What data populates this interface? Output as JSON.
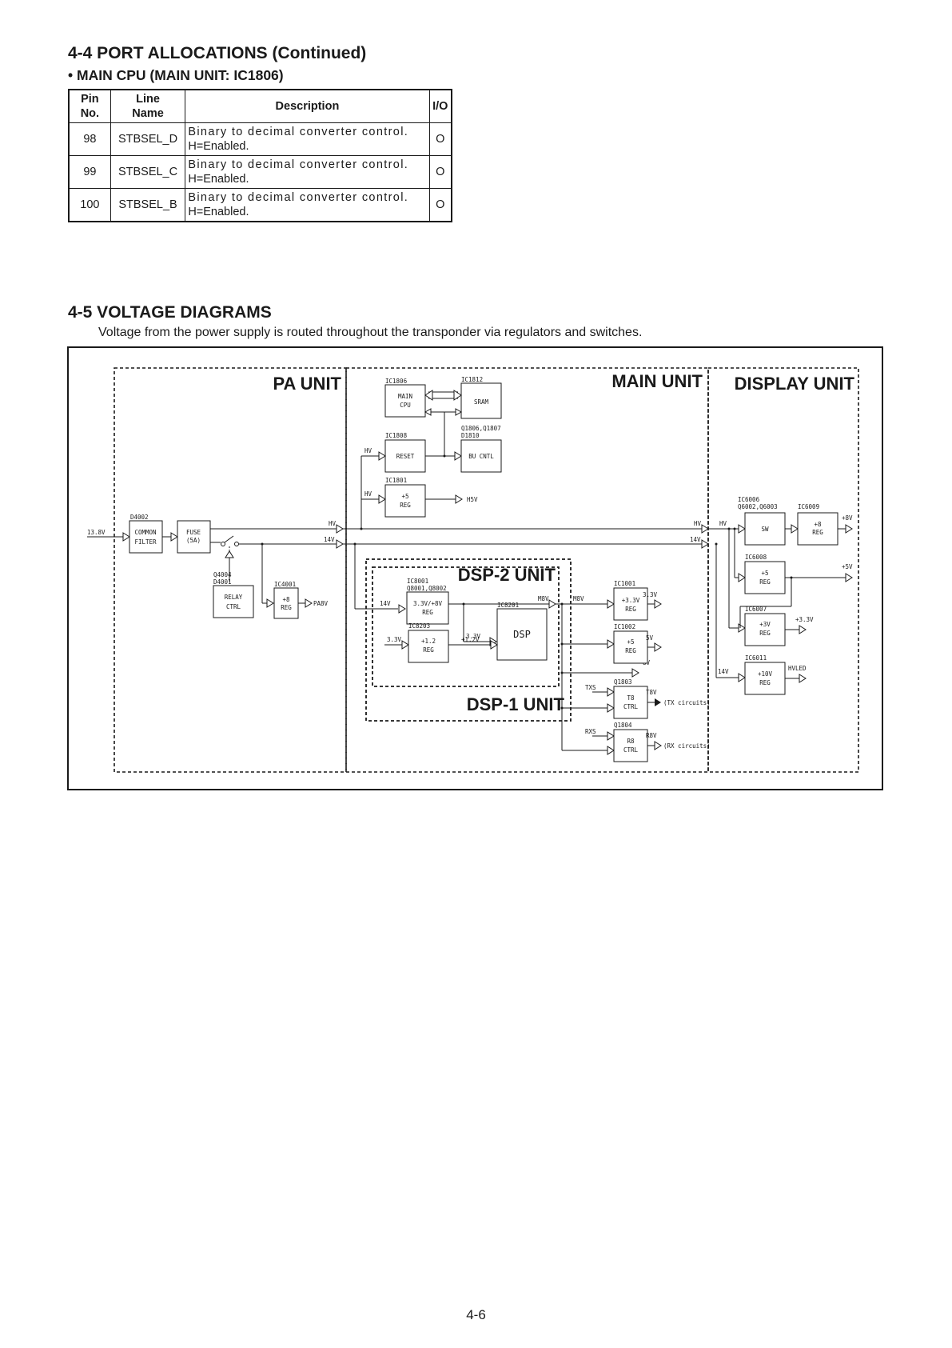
{
  "port_section": {
    "title": "4-4 PORT ALLOCATIONS (Continued)",
    "subtitle": "• MAIN CPU (MAIN UNIT: IC1806)",
    "headers": {
      "pin_1": "Pin",
      "pin_2": "No.",
      "line_1": "Line",
      "line_2": "Name",
      "desc": "Description",
      "io": "I/O"
    },
    "rows": [
      {
        "pin": "98",
        "line": "STBSEL_D",
        "desc_a": "Binary to decimal converter control.",
        "desc_b": "H=Enabled.",
        "io": "O"
      },
      {
        "pin": "99",
        "line": "STBSEL_C",
        "desc_a": "Binary to decimal converter control.",
        "desc_b": "H=Enabled.",
        "io": "O"
      },
      {
        "pin": "100",
        "line": "STBSEL_B",
        "desc_a": "Binary to decimal converter control.",
        "desc_b": "H=Enabled.",
        "io": "O"
      }
    ]
  },
  "voltage_section": {
    "title": "4-5 VOLTAGE DIAGRAMS",
    "intro": "Voltage from the power supply is routed throughout the transponder via regulators and switches."
  },
  "diagram": {
    "units": {
      "pa": "PA UNIT",
      "main": "MAIN UNIT",
      "display": "DISPLAY UNIT",
      "dsp2": "DSP-2 UNIT",
      "dsp1": "DSP-1 UNIT"
    },
    "blocks": {
      "main_cpu": {
        "id": "IC1806",
        "l1": "MAIN",
        "l2": "CPU"
      },
      "sram": {
        "id": "IC1812",
        "l1": "SRAM"
      },
      "reset": {
        "id": "IC1808",
        "l1": "RESET"
      },
      "bu_cntl": {
        "id1": "Q1806,Q1807",
        "id2": "D1810",
        "l1": "BU CNTL"
      },
      "reg5_1801": {
        "id": "IC1801",
        "l1": "+5",
        "l2": "REG"
      },
      "common_filter": {
        "id": "D4002",
        "l1": "COMMON",
        "l2": "FILTER"
      },
      "fuse": {
        "l1": "FUSE",
        "l2": "(5A)"
      },
      "relay_ctrl": {
        "id1": "Q4004",
        "id2": "D4001",
        "l1": "RELAY",
        "l2": "CTRL"
      },
      "reg8_4001": {
        "id": "IC4001",
        "l1": "+8",
        "l2": "REG"
      },
      "reg_8001": {
        "id1": "IC8001",
        "id2": "Q8001,Q8002",
        "l1": "3.3V/+8V",
        "l2": "REG"
      },
      "reg12_8203": {
        "id": "IC8203",
        "l1": "+1.2",
        "l2": "REG"
      },
      "dsp": {
        "id": "IC8201",
        "l1": "DSP"
      },
      "reg33_1001": {
        "id": "IC1001",
        "l1": "+3.3V",
        "l2": "REG"
      },
      "reg5_1002": {
        "id": "IC1002",
        "l1": "+5",
        "l2": "REG"
      },
      "t8_ctrl": {
        "id": "Q1803",
        "l1": "T8",
        "l2": "CTRL"
      },
      "r8_ctrl": {
        "id": "Q1804",
        "l1": "R8",
        "l2": "CTRL"
      },
      "sw": {
        "id1": "IC6006",
        "id2": "Q6002,Q6003",
        "l1": "SW"
      },
      "reg8_6009": {
        "id": "IC6009",
        "l1": "+8",
        "l2": "REG"
      },
      "reg5_6008": {
        "id": "IC6008",
        "l1": "+5",
        "l2": "REG"
      },
      "reg3_6007": {
        "id": "IC6007",
        "l1": "+3V",
        "l2": "REG"
      },
      "reg10_6011": {
        "id": "IC6011",
        "l1": "+10V",
        "l2": "REG"
      }
    },
    "nets": {
      "in_13_8v": "13.8V",
      "hv": "HV",
      "v14": "14V",
      "h5v": "H5V",
      "pa8v": "PA8V",
      "m8v": "M8V",
      "v3_3": "3.3V",
      "v1_2": "+1.2V",
      "v5": "5V",
      "v8": "8V",
      "txs": "TXS",
      "rxs": "RXS",
      "t8v": "T8V",
      "r8v": "R8V",
      "tx_circuits": "(TX circuits)",
      "rx_circuits": "(RX circuits)",
      "p8v": "+8V",
      "p5v": "+5V",
      "p3_3v": "+3.3V",
      "hvled": "HVLED"
    }
  },
  "page_number": "4-6"
}
